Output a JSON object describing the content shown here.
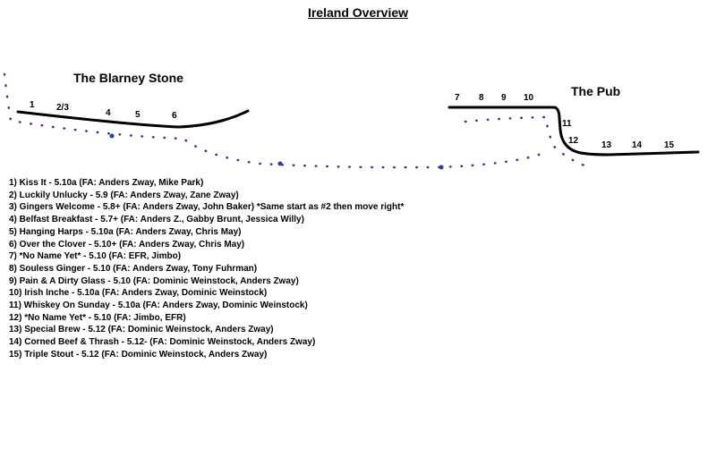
{
  "title": "Ireland Overview",
  "areas": {
    "left": "The Blarney Stone",
    "right": "The Pub"
  },
  "colors": {
    "wall": "#000000",
    "trail": "#2b3a9b"
  },
  "route_numbers": [
    "1",
    "2/3",
    "4",
    "5",
    "6",
    "7",
    "8",
    "9",
    "10",
    "11",
    "12",
    "13",
    "14",
    "15"
  ],
  "routes": [
    "1) Kiss It - 5.10a (FA: Anders Zway, Mike Park)",
    "2) Luckily Unlucky - 5.9 (FA: Anders Zway, Zane Zway)",
    "3) Gingers Welcome - 5.8+ (FA: Anders Zway, John Baker) *Same start as #2 then move right*",
    "4) Belfast Breakfast - 5.7+ (FA: Anders Z., Gabby Brunt, Jessica Willy)",
    "5) Hanging Harps - 5.10a (FA: Anders Zway, Chris May)",
    "6) Over the Clover - 5.10+ (FA: Anders Zway, Chris May)",
    "7) *No Name Yet* - 5.10 (FA: EFR, Jimbo)",
    "8) Souless Ginger - 5.10 (FA: Anders Zway, Tony Fuhrman)",
    "9) Pain & A Dirty Glass - 5.10 (FA: Dominic Weinstock, Anders Zway)",
    "10) Irish Inche - 5.10a (FA: Anders Zway, Dominic Weinstock)",
    "11) Whiskey On Sunday - 5.10a (FA: Anders Zway, Dominic Weinstock)",
    "12) *No Name Yet* - 5.10 (FA: Jimbo, EFR)",
    "13) Special Brew - 5.12 (FA: Dominic Weinstock, Anders Zway)",
    "14) Corned Beef & Thrash - 5.12- (FA: Dominic Weinstock, Anders Zway)",
    "15) Triple Stout - 5.12 (FA: Dominic Weinstock, Anders Zway)"
  ]
}
